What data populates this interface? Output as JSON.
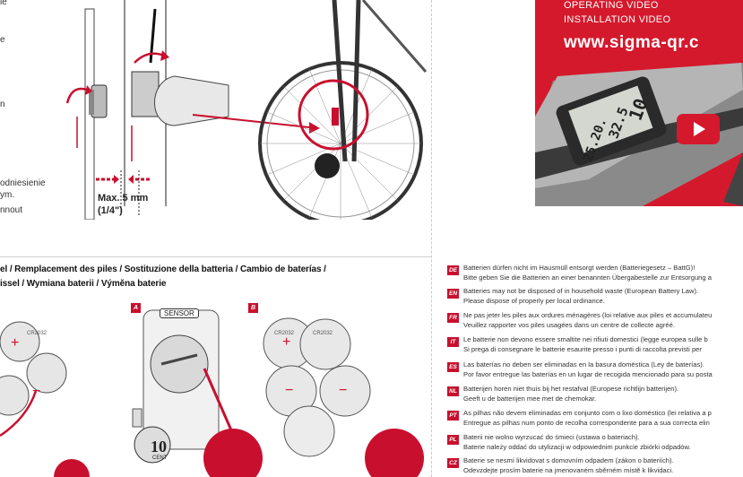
{
  "left_snippets": [
    "ie",
    "e",
    "n",
    "odniesienie",
    "ym.",
    "nnout"
  ],
  "install": {
    "max_label": "Max. 5 mm",
    "max_sub": "(1/4\")"
  },
  "battery": {
    "header_line1": "el / Remplacement des piles / Sostituzione della batteria / Cambio de baterías /",
    "header_line2": "issel / Wymiana baterii / Výměna baterie",
    "tag_a": "A",
    "tag_b": "B",
    "sensor_label": "SENSOR",
    "cell_plus": "+",
    "cell_minus": "−",
    "coin_label": "CR2032",
    "coin_value": "10",
    "coin_unit": "CENT"
  },
  "video": {
    "line1": "OPERATING VIDEO",
    "line2": "INSTALLATION VIDEO",
    "url": "www.sigma-qr.c",
    "display_top": "10",
    "display_mid": "32.5",
    "display_bot": "25.20."
  },
  "disposal": [
    {
      "code": "DE",
      "line1": "Batterien dürfen nicht im Hausmüll entsorgt werden (Batteriegesetz – BattG)!",
      "line2": "Bitte geben Sie die Batterien an einer benannten Übergabestelle zur Entsorgung a"
    },
    {
      "code": "EN",
      "line1": "Batteries may not be disposed of in household waste (European Battery Law).",
      "line2": "Please dispose of properly per local ordinance."
    },
    {
      "code": "FR",
      "line1": "Ne pas jeter les piles aux ordures ménagères (loi relative aux piles et accumulateu",
      "line2": "Veuillez rapporter vos piles usagées dans un centre de collecte agréé."
    },
    {
      "code": "IT",
      "line1": "Le batterie non devono essere smaltite nei rifiuti domestici (legge europea sulle b",
      "line2": "Si prega di consegnare le batterie esaurite presso i punti di raccolta previsti per"
    },
    {
      "code": "ES",
      "line1": "Las baterías no deben ser eliminadas en la basura doméstica (Ley de baterías).",
      "line2": "Por favor entregue las baterías en un lugar de recogida mencionado para su posta"
    },
    {
      "code": "NL",
      "line1": "Batterijen horen niet thuis bij het restafval (Europese richtlijn batterijen).",
      "line2": "Geeft u de batterijen mee met de chemokar."
    },
    {
      "code": "PT",
      "line1": "As pilhas não devem eliminadas em conjunto com o lixo doméstico (lei relativa a p",
      "line2": "Entregue as pilhas num ponto de recolha correspondente para a sua correcta elin"
    },
    {
      "code": "PL",
      "line1": "Baterii nie wolno wyrzucać do śmieci (ustawa o bateriach).",
      "line2": "Baterie należy oddać do utylizacji w odpowiednim punkcie zbiórki odpadów."
    },
    {
      "code": "CZ",
      "line1": "Baterie se nesmí likvidovat s domovním odpadem (zákon o bateriích).",
      "line2": "Odevzdejte prosím baterie na jmenovaném sběrném místě k likvidaci."
    }
  ]
}
